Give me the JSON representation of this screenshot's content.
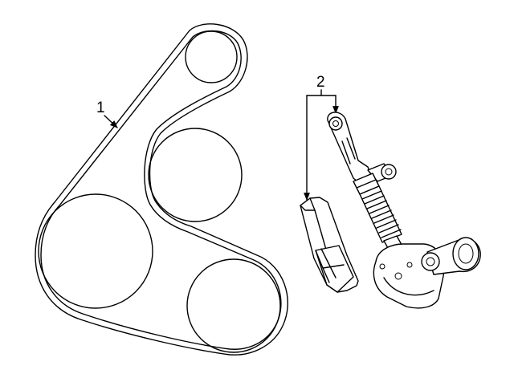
{
  "diagram": {
    "callouts": [
      {
        "id": "1",
        "label": "1"
      },
      {
        "id": "2",
        "label": "2"
      }
    ],
    "parts": [
      {
        "callout": "1",
        "icon": "serpentine-belt-icon"
      },
      {
        "callout": "2",
        "icon": "belt-tensioner-assembly-icon"
      }
    ],
    "colors": {
      "line": "#000000",
      "background": "#ffffff"
    }
  }
}
